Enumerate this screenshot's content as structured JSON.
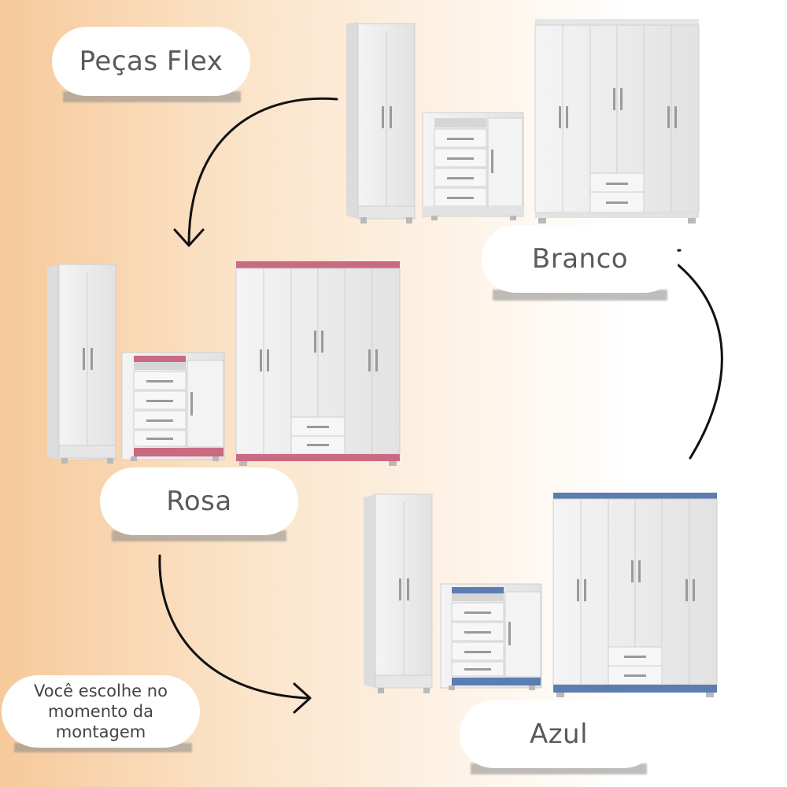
{
  "labels": {
    "flex": "Peças Flex",
    "branco": "Branco",
    "rosa": "Rosa",
    "azul": "Azul"
  },
  "note": {
    "line1": "Você escolhe no",
    "line2": "momento da",
    "line3": "montagem"
  },
  "colors": {
    "white_furniture": "#ececec",
    "rosa_accent": "#c96a83",
    "azul_accent": "#5b7db3",
    "arrow": "#111111"
  },
  "icons": [
    "wardrobe-icon",
    "dresser-icon",
    "closet-icon",
    "curved-arrow-icon"
  ]
}
